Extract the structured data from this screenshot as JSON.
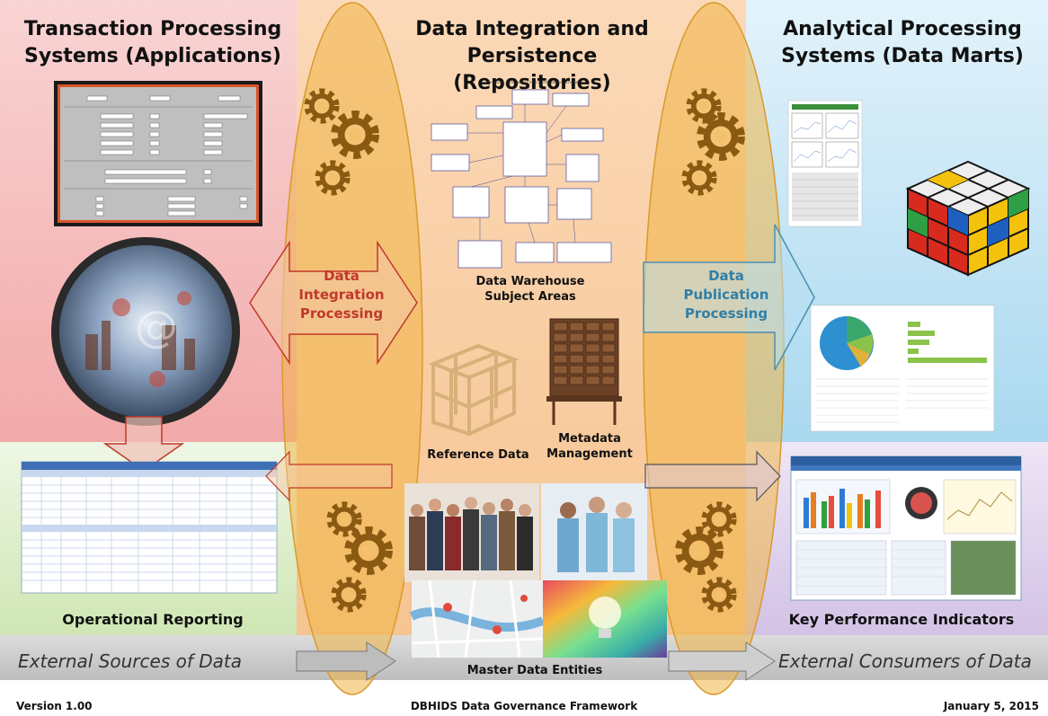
{
  "columns": {
    "left_title": [
      "Transaction Processing",
      "Systems (Applications)"
    ],
    "center_title": [
      "Data Integration and",
      "Persistence (Repositories)"
    ],
    "right_title": [
      "Analytical Processing",
      "Systems (Data Marts)"
    ]
  },
  "arrows": {
    "integration": [
      "Data",
      "Integration",
      "Processing"
    ],
    "publication": [
      "Data",
      "Publication",
      "Processing"
    ]
  },
  "repository_items": {
    "warehouse": [
      "Data Warehouse",
      "Subject Areas"
    ],
    "reference": "Reference Data",
    "metadata": [
      "Metadata",
      "Management"
    ],
    "master": "Master Data Entities"
  },
  "sections": {
    "operational_reporting": "Operational Reporting",
    "kpi": "Key Performance Indicators"
  },
  "bottom_band": {
    "sources": "External Sources of Data",
    "consumers": "External Consumers of Data"
  },
  "footer": {
    "version": "Version 1.00",
    "framework": "DBHIDS Data Governance Framework",
    "date": "January 5, 2015"
  },
  "colors": {
    "left_bg": "#f4b6b6",
    "center_bg": "#f8cfa0",
    "right_bg": "#b8dff2",
    "ops_bg": "#d8ecc4",
    "kpi_bg": "#ddd0ea",
    "band_bg": "#c8c8c8",
    "ellipse": "#f0b545",
    "integration_text": "#c0392b",
    "publication_text": "#2f7fa8"
  }
}
